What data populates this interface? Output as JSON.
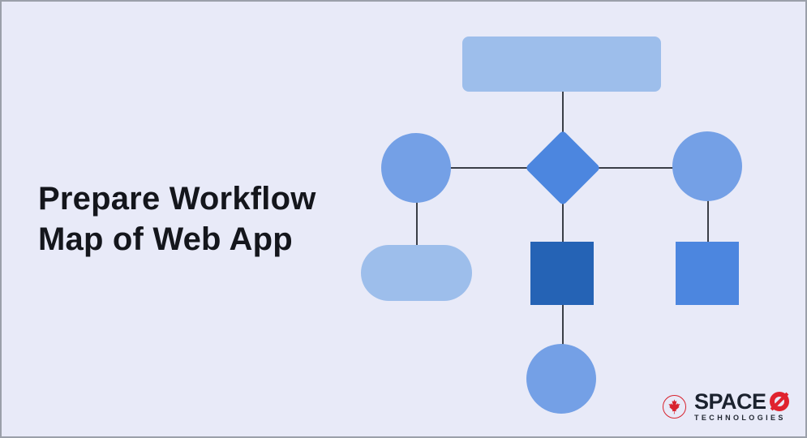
{
  "page": {
    "background_color": "#E8EAF8",
    "border_color": "#9BA0AA"
  },
  "heading": {
    "line1": "Prepare Workflow",
    "line2": "Map of Web App",
    "text_color": "#14161C"
  },
  "diagram": {
    "colors": {
      "light_blue": "#9DBEEB",
      "medium_blue": "#74A0E6",
      "accent_blue": "#4C86DF",
      "dark_blue": "#2563B5",
      "connector": "#3A3E47"
    },
    "nodes": [
      {
        "id": "top-rectangle",
        "shape": "rounded-rectangle",
        "color": "#9DBEEB"
      },
      {
        "id": "decision-diamond",
        "shape": "diamond",
        "color": "#4C86DF"
      },
      {
        "id": "left-circle",
        "shape": "circle",
        "color": "#74A0E6"
      },
      {
        "id": "right-circle",
        "shape": "circle",
        "color": "#74A0E6"
      },
      {
        "id": "left-pill",
        "shape": "stadium",
        "color": "#9DBEEB"
      },
      {
        "id": "center-square",
        "shape": "square",
        "color": "#2563B5"
      },
      {
        "id": "right-square",
        "shape": "square",
        "color": "#4C86DF"
      },
      {
        "id": "bottom-circle",
        "shape": "circle",
        "color": "#74A0E6"
      }
    ],
    "edges": [
      {
        "from": "top-rectangle",
        "to": "decision-diamond"
      },
      {
        "from": "left-circle",
        "to": "decision-diamond"
      },
      {
        "from": "decision-diamond",
        "to": "right-circle"
      },
      {
        "from": "left-circle",
        "to": "left-pill"
      },
      {
        "from": "decision-diamond",
        "to": "center-square"
      },
      {
        "from": "right-circle",
        "to": "right-square"
      },
      {
        "from": "center-square",
        "to": "bottom-circle"
      }
    ]
  },
  "logo": {
    "brand": "SPACE",
    "brand_o": "Ø",
    "subtitle": "TECHNOLOGIES",
    "accent_color": "#E0232E",
    "text_color": "#1B222E"
  }
}
